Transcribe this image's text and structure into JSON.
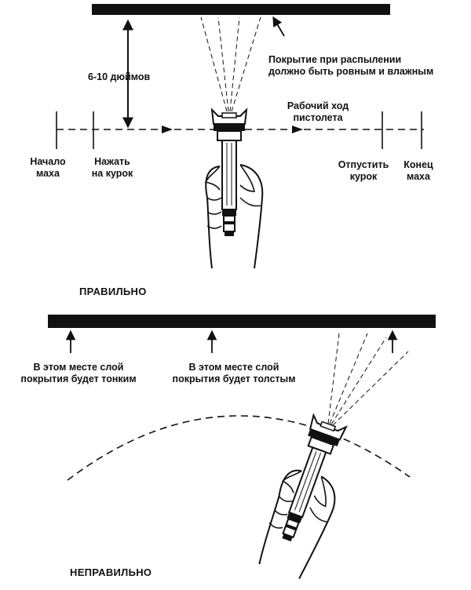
{
  "top_section": {
    "distance": "6-10 дюймов",
    "coating_note": [
      "Покрытие при распылении",
      "должно быть ровным и влажным"
    ],
    "gun_stroke": [
      "Рабочий ход",
      "пистолета"
    ],
    "stroke_start": [
      "Начало",
      "маха"
    ],
    "press_trigger": [
      "Нажать",
      "на курок"
    ],
    "release_trigger": [
      "Отпустить",
      "курок"
    ],
    "stroke_end": [
      "Конец",
      "маха"
    ],
    "caption": "ПРАВИЛЬНО"
  },
  "bottom_section": {
    "thin_layer": [
      "В этом месте слой",
      "покрытия будет тонким"
    ],
    "thick_layer": [
      "В этом месте слой",
      "покрытия будет толстым"
    ],
    "caption": "НЕПРАВИЛЬНО"
  },
  "colors": {
    "ink": "#111111",
    "background": "#ffffff"
  }
}
